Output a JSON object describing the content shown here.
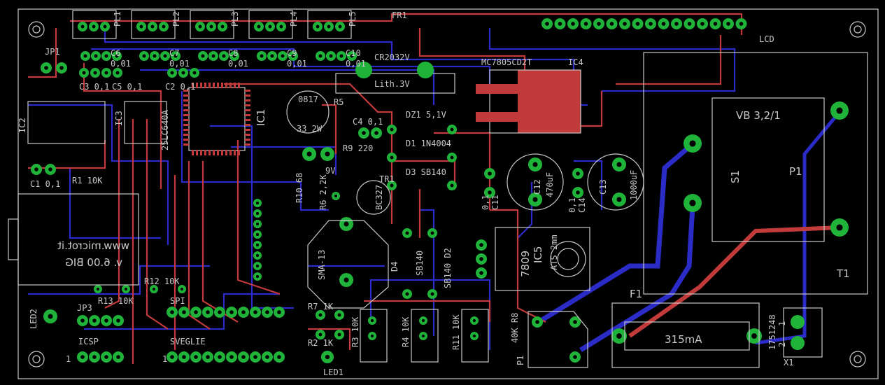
{
  "board": {
    "bg": "#000000",
    "top_copper": "#c23a3a",
    "bottom_copper": "#2b2bc8",
    "pad_color": "#1fb33a",
    "silk_color": "#c8c8c8"
  },
  "labels": {
    "pl1": "PL1",
    "pl2": "PL2",
    "pl3": "PL3",
    "pl4": "PL4",
    "pl5": "PL5",
    "fr1": "FR1",
    "lcd": "LCD",
    "cr2032": "CR2032V",
    "lith": "Lith.3V",
    "mc7805": "MC7805CD2T",
    "ic4": "IC4",
    "jp1": "JP1",
    "c6": "C6",
    "c7": "C7",
    "c8": "C8",
    "c9": "C9",
    "c10": "C10",
    "c6v": "0,01",
    "c7v": "0,01",
    "c8v": "0,01",
    "c9v": "0,01",
    "c10v": "0,01",
    "c3": "C3 0,1",
    "c5": "C5 0,1",
    "c2": "C2 0,1",
    "ic1": "IC1",
    "ic2": "IC2",
    "ic3": "IC3",
    "c64": "25LC640A",
    "r5": "R5",
    "r5v": "33 2W",
    "ptc": "0817",
    "c4": "C4 0,1",
    "r9": "R9 220",
    "dz1": "DZ1 5,1V",
    "d1": "D1 1N4004",
    "d3": "D3 SB140",
    "c1": "C1 0,1",
    "r1": "R1 10K",
    "v9": "9V",
    "tr1": "TR1",
    "bc327": "BC327",
    "r10": "R10 68",
    "r6": "R6 2,2K",
    "c12": "C12",
    "c12v": "470uF",
    "c13": "C13",
    "c13v": "1000uF",
    "c11": "C11",
    "c11v": "0,1",
    "c14": "C14",
    "c14v": "0,1",
    "vb": "VB 3,2/1",
    "s1": "S1",
    "p1": "P1",
    "t1": "T1",
    "web1": "www.microt.it",
    "web2": "v. 6.00 BIG",
    "sma": "SMA-13",
    "d4": "D4",
    "sb140a": "SB140",
    "sb140b": "SB140 D2",
    "ic5": "IC5",
    "u7809": "7809",
    "ats": "ATS 2mm",
    "r12": "R12 10K",
    "r13": "R13 10K",
    "spi": "SPI",
    "led2": "LED2",
    "jp3": "JP3",
    "icsp": "ICSP",
    "sveglie": "SVEGLIE",
    "one1": "1",
    "one2": "1",
    "r7": "R7 1K",
    "r2": "R2 1K",
    "led1": "LED1",
    "r3": "R3 10K",
    "r4": "R4 10K",
    "r11": "R11 10K",
    "r8": "40K R8",
    "pot": "P1",
    "f1": "F1",
    "fuse": "315mA",
    "x1": "X1",
    "x1part": "1751248",
    "x1n1": "1",
    "x1n2": "2"
  }
}
